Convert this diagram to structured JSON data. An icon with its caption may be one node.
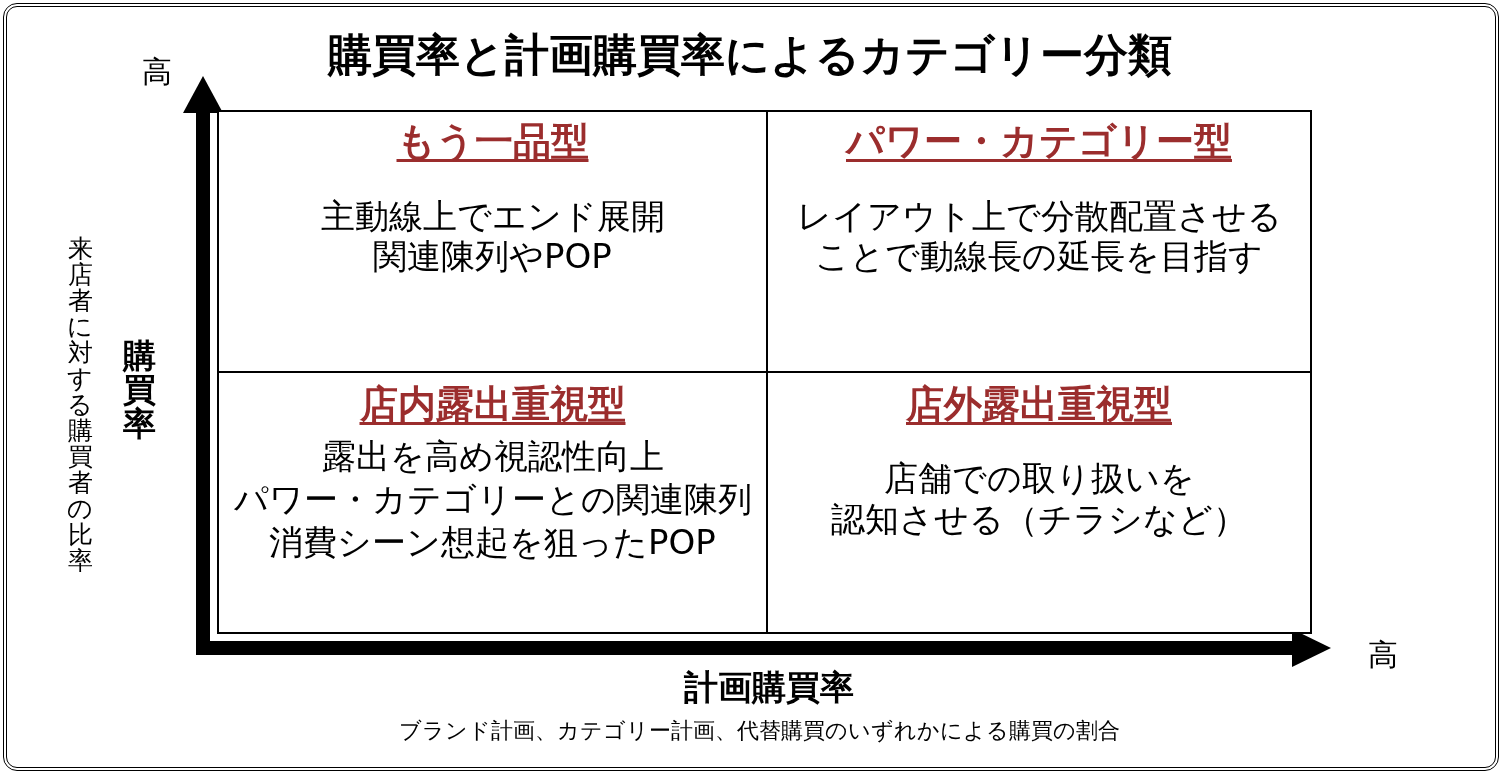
{
  "diagram": {
    "title": "購買率と計画購買率によるカテゴリー分類",
    "nodes": [
      {
        "text": [
          "もう一品型",
          "主動線上でエンド展開",
          "関連陳列やPOP"
        ]
      },
      {
        "text": [
          "パワー・カテゴリー型",
          "レイアウト上で分散配置させることで動線長の延長を目指す"
        ]
      },
      {
        "text": [
          "店内露出重視型",
          "露出を高め視認性向上",
          "パワー・カテゴリーとの関連陳列",
          "消費シーン想起を狙ったPOP"
        ]
      },
      {
        "text": [
          "店外露出重視型",
          "店舗での取り扱いを",
          "認知させる（チラシなど）"
        ]
      }
    ],
    "labels": [
      "高",
      "来店者に対する購買者の比率",
      "購買率",
      "高",
      "計画購買率",
      "ブランド計画、カテゴリー計画、代替購買のいずれかによる購買の割合"
    ]
  }
}
